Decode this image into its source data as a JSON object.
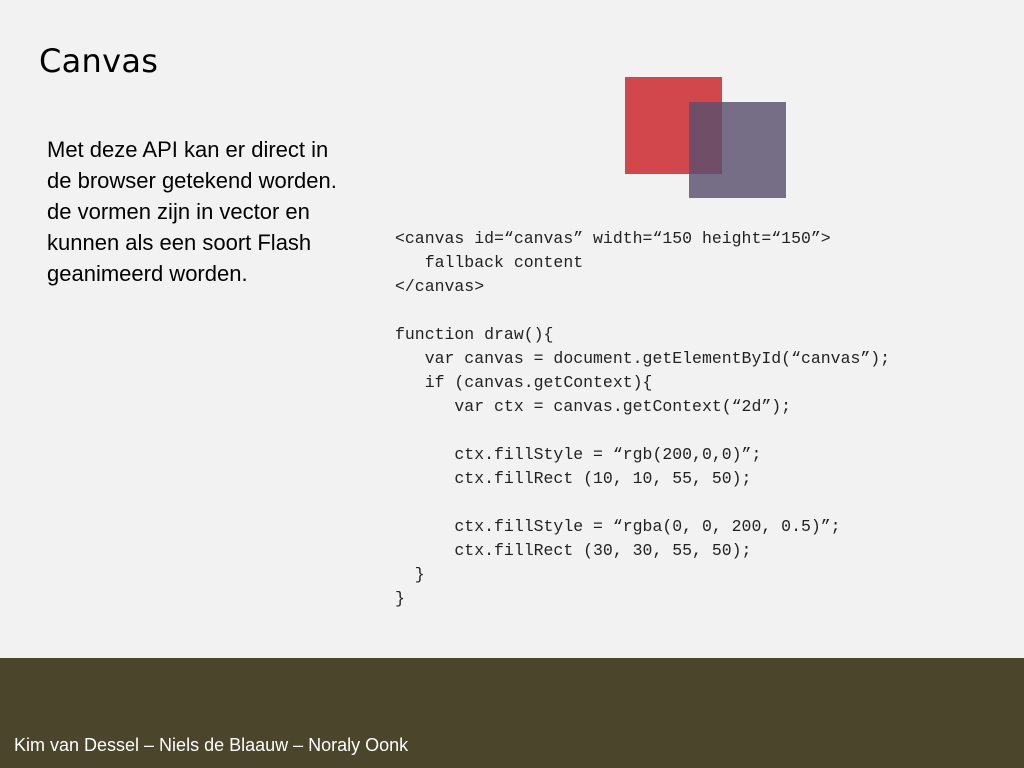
{
  "slide": {
    "title": "Canvas",
    "body_lines": [
      "Met deze API kan er direct in",
      "de browser getekend worden.",
      "de vormen zijn in vector en",
      "kunnen als een soort Flash",
      "geanimeerd worden."
    ],
    "code_lines": [
      "<canvas id=“canvas” width=“150 height=“150”>",
      "   fallback content",
      "</canvas>",
      "",
      "function draw(){",
      "   var canvas = document.getElementById(“canvas”);",
      "   if (canvas.getContext){",
      "      var ctx = canvas.getContext(“2d”);",
      "",
      "      ctx.fillStyle = “rgb(200,0,0)”;",
      "      ctx.fillRect (10, 10, 55, 50);",
      "",
      "      ctx.fillStyle = “rgba(0, 0, 200, 0.5)”;",
      "      ctx.fillRect (30, 30, 55, 50);",
      "  }",
      "}"
    ],
    "footer": "Kim van Dessel – Niels de Blaauw – Noraly Oonk"
  },
  "colors": {
    "background": "#f2f2f2",
    "red_square": "#d1474b",
    "purple_square": "#5a4f6f",
    "footer_bar": "#4a452b"
  }
}
